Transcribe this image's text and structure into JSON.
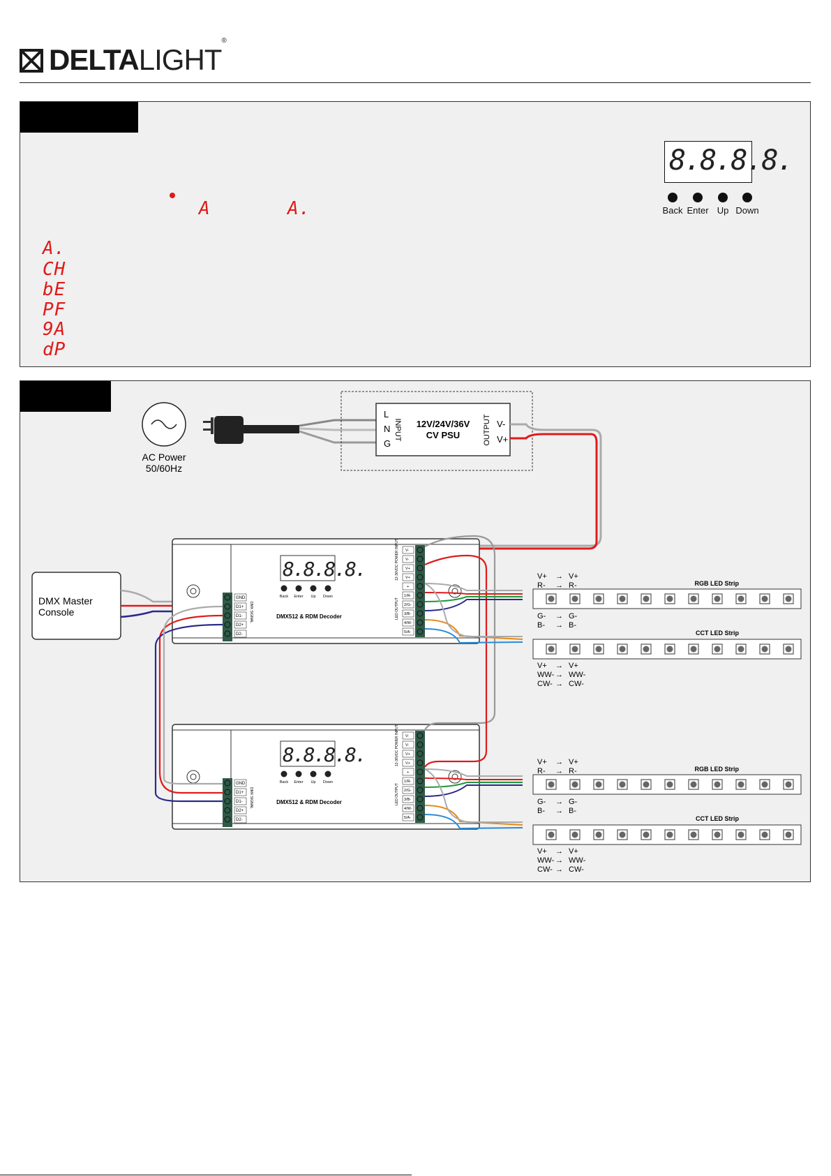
{
  "brand": {
    "logo_bold": "DELTA",
    "logo_light": "LIGHT",
    "registered": "®"
  },
  "panel_display": {
    "buttons": [
      "Back",
      "Enter",
      "Up",
      "Down"
    ],
    "seg_digits": "8.8.8.8.",
    "mode_a": "A",
    "mode_a_dot": "A.",
    "menu_codes": [
      "A.",
      "CH",
      "bE",
      "PF",
      "9A",
      "dP"
    ]
  },
  "wiring": {
    "ac_power": [
      "AC Power",
      "50/60Hz"
    ],
    "psu_title": [
      "12V/24V/36V",
      "CV PSU"
    ],
    "psu_input_label": "INPUT",
    "psu_output_label": "OUTPUT",
    "psu_input_pins": [
      "L",
      "N",
      "G"
    ],
    "psu_output_pins": [
      "V-",
      "V+"
    ],
    "console": [
      "DMX Master",
      "Console"
    ],
    "decoder_name": "DMX512 & RDM Decoder",
    "decoder_buttons": [
      "Back",
      "Enter",
      "Up",
      "Down"
    ],
    "dmx_pins": [
      "GND",
      "D1+",
      "D1-",
      "D2+",
      "D2-"
    ],
    "dmx_signal_label": "DMX SIGNAL",
    "power_pins": [
      "V-",
      "V-",
      "V+",
      "V+"
    ],
    "power_input_label": "12-36VDC POWER INPUT",
    "output_pins": [
      "+",
      "1/R-",
      "2/G-",
      "3/B-",
      "4/W-",
      "5/A-"
    ],
    "led_output_label": "LED OUTPUT",
    "rgb_strip": "RGB LED Strip",
    "cct_strip": "CCT LED Strip",
    "rgb_map": [
      "V+",
      "V+",
      "R-",
      "R-",
      "G-",
      "G-",
      "B-",
      "B-"
    ],
    "cct_map": [
      "V+",
      "V+",
      "WW-",
      "WW-",
      "CW-",
      "CW-"
    ]
  },
  "colors": {
    "red": "#e01a1a",
    "blue": "#2a2a8c",
    "green": "#1f9a3a",
    "orange": "#e58a1a",
    "cyan": "#2a8ad4",
    "grey": "#9a9a9a",
    "terminal": "#2f5a48"
  }
}
